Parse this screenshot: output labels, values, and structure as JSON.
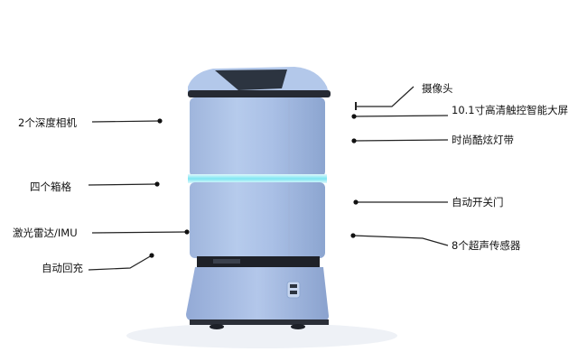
{
  "labels_left": [
    {
      "id": "depth-camera",
      "text": "2个深度相机"
    },
    {
      "id": "four-compartments",
      "text": "四个箱格"
    },
    {
      "id": "lidar-imu",
      "text": "激光雷达/IMU"
    },
    {
      "id": "auto-charge",
      "text": "自动回充"
    }
  ],
  "labels_right": [
    {
      "id": "camera",
      "text": "摄像头"
    },
    {
      "id": "touchscreen",
      "text": "10.1寸高清触控智能大屏"
    },
    {
      "id": "light-strip",
      "text": "时尚酷炫灯带"
    },
    {
      "id": "auto-door",
      "text": "自动开关门"
    },
    {
      "id": "ultrasonic",
      "text": "8个超声传感器"
    }
  ],
  "colors": {
    "robot_body": "#a9c0e4",
    "robot_shade": "#8ea8d2",
    "screen": "#2c3440",
    "light_strip": "#7ee6f2",
    "base_dark": "#1e2128"
  }
}
